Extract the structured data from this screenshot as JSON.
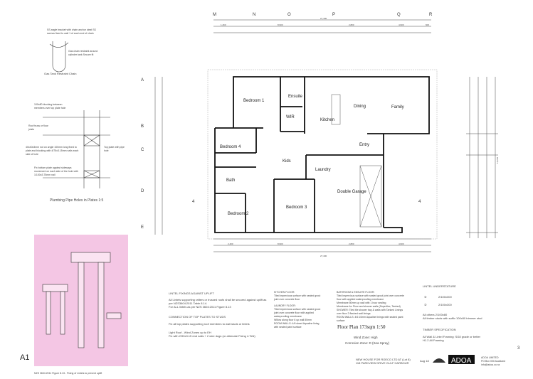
{
  "sheet": {
    "size": "A1",
    "number": "3",
    "date": "Aug 18"
  },
  "grid_columns": [
    "M",
    "N",
    "O",
    "P",
    "Q",
    "R"
  ],
  "grid_rows": [
    "A",
    "B",
    "C",
    "D",
    "E"
  ],
  "section_marker": "4",
  "dimensions": {
    "overall_width": "27,400",
    "top_row": [
      "1,460",
      "8,900",
      "2,800",
      "4,900",
      "600"
    ],
    "bottom_row": [
      "2,400",
      "8,900",
      "2,800",
      "4,900"
    ],
    "overall_depth": "14,210"
  },
  "rooms": {
    "bedroom1": "Bedroom 1",
    "ensuite": "Ensuite",
    "wir": "WIR",
    "kitchen": "Kitchen",
    "dining": "Dining",
    "family": "Family",
    "bedroom4": "Bedroom 4",
    "kids": "Kids",
    "entry": "Entry",
    "bath": "Bath",
    "laundry": "Laundry",
    "bedroom2": "Bedroom 2",
    "bedroom3": "Bedroom 3",
    "garage": "Double Garage"
  },
  "details": {
    "gas_tank_title": "Gas Tank Restraint Chain",
    "gas_tank_notes": [
      "SS angle bracket with chain anchor cleat SS screws fixed to wall 1 of each end of chain",
      "Gas chain restraint around cylinder tank Secure fit"
    ],
    "plumbing_title": "Plumbing Pipe Holes in Plates  1:5",
    "plumbing_notes": [
      "100x80 blocking between members over top plate hole",
      "Roof truss or floor joists",
      "40x40x3mm not on angle 100mm long fixed to plate and blocking with 4/75x3.15mm nails each side of hole",
      "Top plate with pipe hole",
      "Fix bottom plate against sideways movement on each side of the hole with 1/100x3.75mm nail"
    ],
    "lintel_caption": "NZS 3604:2011 Figure 8.13 - Fixing of Lintels to prevent uplift"
  },
  "notes": {
    "lintel_heading": "LINTEL FIXINGS AGAINST UPLIFT",
    "lintel_text": "All Lintels supporting rafters or trussed roofs shall be secured against uplift as per NZS3604:2011 Table 8.14.\nFor ALL lintels as per NZS 3604:2011 Figure 8.13",
    "plates_heading": "CONNECTION OF TOP PLATES TO STUDS",
    "plates_text": "Fix all top plates supporting roof members to wall studs or lintels",
    "roof_text": "Light Roof - Wind Zones up to EH\nFix with 2/90x3.15 end nails + 2 wire dogs (or alternate Fixing 4.7kN)",
    "kitchen_floor": "KITCHEN FLOOR:\nTiled impervious surface with sealed grout joint over concrete floor",
    "laundry_floor": "LAUNDRY FLOOR:\nTiled impervious surface with sealed grout joint over concrete floor with applied waterproofing membrane\nWillow along floor 6 up wall 80mm\nROOM WALLS: 4/6 sheet Aqualine lining with sealed paint surface",
    "bathroom_floor": "BATHROOM & ENSUITE FLOOR:\nTiled impervious surface with sealed grout joint over concrete floor with applied waterproofing membrane\nMembrane 80mm up wall with 1 hour sealing\nMembrane for Floor and shower walls (Superflex, Tanked)\nSHOWER: Tiled tile shower tray & walls with Tanked Linings over floor 2 flashed wall linings\nROOM WALLS: 4/6 10mm Aqualine linings with sealed paint surface",
    "lintel_underfloor_heading": "LINTEL UNDERSTATURE",
    "lintel_1": "2/100x300",
    "lintel_2": "2/100x300",
    "lintel_others": "All others 2/100x80\nAll timber studs with suffix 100x50 trimmer stud",
    "timber_heading": "TIMBER SPECIFICATION",
    "timber_text": "All Wall & Lintel Framing: SG8 grade or better\nH1.2 All Framing"
  },
  "plan": {
    "title": "Floor Plan  173sqm    1:50",
    "wind_zone": "Wind Zone: High",
    "corrosion_zone": "Corrosion Zone: D (Sea Spray)"
  },
  "title_block": {
    "project_line1": "NEW HOUSE FOR ROECO LTD AT (Lot 8)",
    "project_line2": "118 PARKVIEW DRIVE GULF HARBOUR",
    "logo": "ADOA",
    "company": "ADOA LIMITED\nPO Box 000 Auckland\ninfo@adoa.co.nz"
  },
  "colors": {
    "detail_background": "#f4c6e4",
    "wall": "#111111",
    "line": "#555555"
  }
}
